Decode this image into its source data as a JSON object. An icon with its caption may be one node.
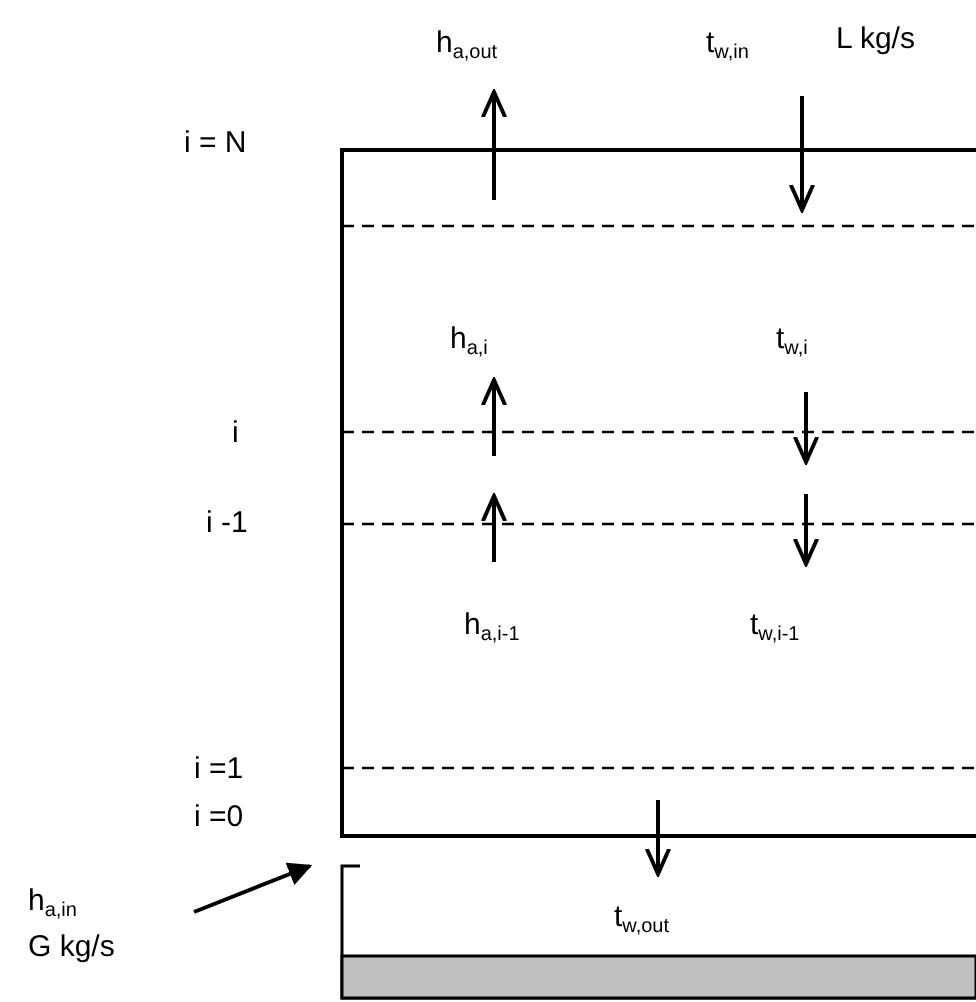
{
  "diagram": {
    "labels": [
      "h$_{a,out}$",
      "t$_{w,in}$",
      "L kg/s",
      "i = N",
      "h$_{a,i}$",
      "t$_{w,i}$",
      "i",
      "i -1",
      "h$_{a,i-1}$",
      "t$_{w,i-1}$",
      "i =1",
      "i =0",
      "h$_{a,in}$",
      "G kg/s",
      "t$_{w,out}$"
    ]
  }
}
